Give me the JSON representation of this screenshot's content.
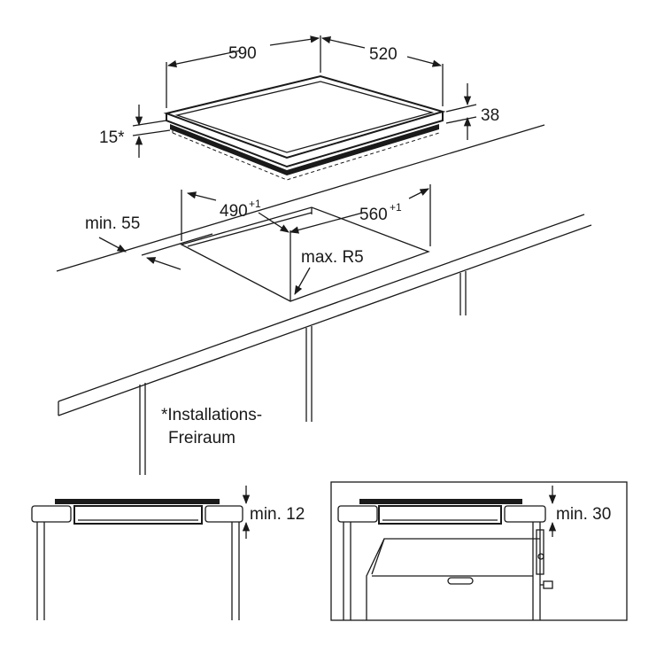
{
  "hob_dimensions": {
    "width": "590",
    "depth": "520",
    "height": "38",
    "clearance": "15*"
  },
  "cutout": {
    "width": "490",
    "width_tolerance": "+1",
    "depth": "560",
    "depth_tolerance": "+1",
    "edge_distance": "min. 55",
    "corner_radius": "max. R5"
  },
  "footnote": {
    "line1": "*Installations-",
    "line2": "Freiraum"
  },
  "installation_views": {
    "left_clearance": "min. 12",
    "right_clearance": "min. 30"
  }
}
